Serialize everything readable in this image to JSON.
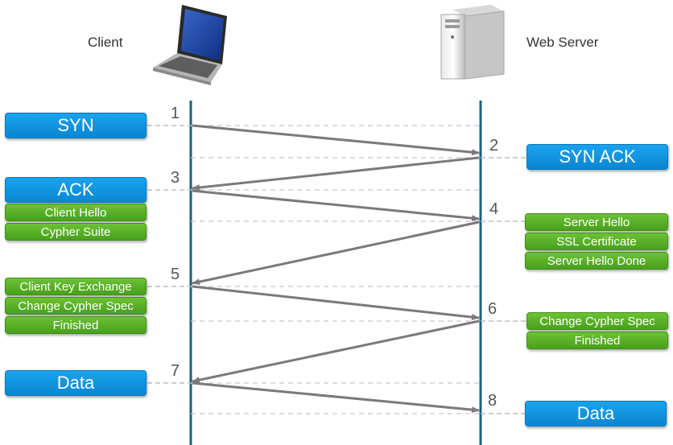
{
  "parties": {
    "client_label": "Client",
    "server_label": "Web Server",
    "client_icon": "laptop-icon",
    "server_icon": "server-tower-icon"
  },
  "colors": {
    "blue_tag": "#0a86d2",
    "green_tag": "#48a01c",
    "lifeline": "#1c5f80",
    "arrow": "#7a7a7a",
    "guide_line": "#bdbdbd"
  },
  "steps": [
    "1",
    "2",
    "3",
    "4",
    "5",
    "6",
    "7",
    "8"
  ],
  "client_messages": {
    "syn": "SYN",
    "ack": "ACK",
    "client_hello": "Client Hello",
    "cypher_suite": "Cypher Suite",
    "client_key_exchange": "Client Key Exchange",
    "change_cypher_spec": "Change Cypher Spec",
    "finished": "Finished",
    "data": "Data"
  },
  "server_messages": {
    "syn_ack": "SYN ACK",
    "server_hello": "Server Hello",
    "ssl_certificate": "SSL Certificate",
    "server_hello_done": "Server Hello Done",
    "change_cypher_spec": "Change Cypher Spec",
    "finished": "Finished",
    "data": "Data"
  }
}
